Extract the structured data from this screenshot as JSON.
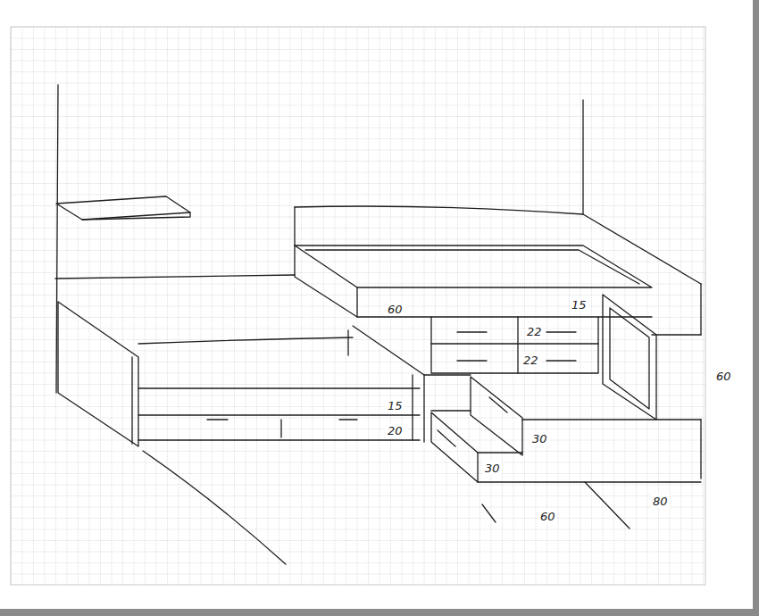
{
  "diagram": {
    "labels": [
      "60",
      "15",
      "22",
      "22",
      "60",
      "15",
      "20",
      "30",
      "30",
      "60",
      "80"
    ]
  }
}
